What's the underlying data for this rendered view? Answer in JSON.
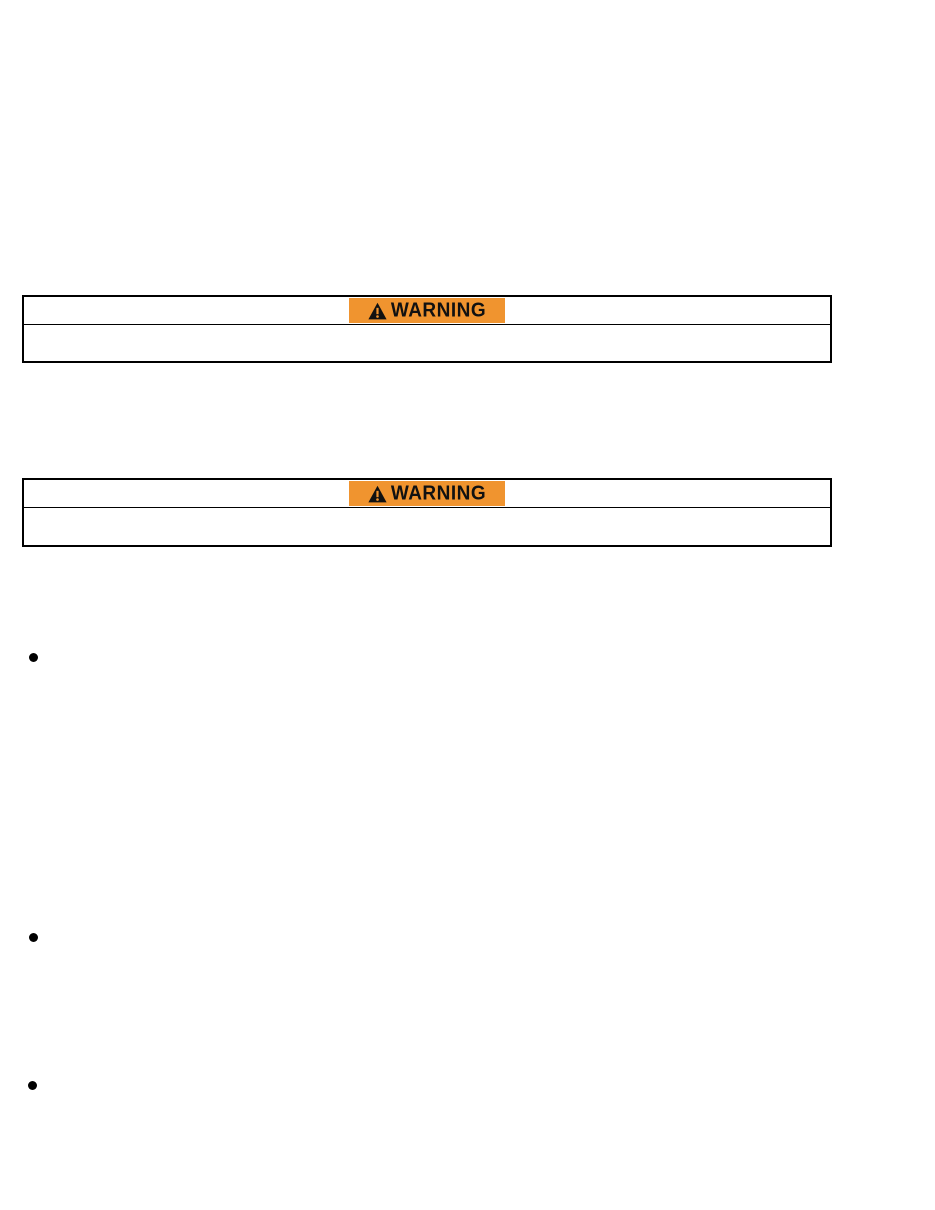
{
  "page": {
    "background_color": "#ffffff",
    "type": "manual-document-page"
  },
  "colors": {
    "warning_orange": "#F0942F",
    "border_black": "#000000",
    "text_black": "#111111"
  },
  "icons": {
    "warning_triangle": "warning-triangle-icon"
  },
  "warning_boxes": [
    {
      "label": "WARNING",
      "body_text": ""
    },
    {
      "label": "WARNING",
      "body_text": ""
    }
  ],
  "bullet_list": {
    "items": [
      {
        "text": ""
      },
      {
        "text": ""
      },
      {
        "text": ""
      }
    ]
  }
}
